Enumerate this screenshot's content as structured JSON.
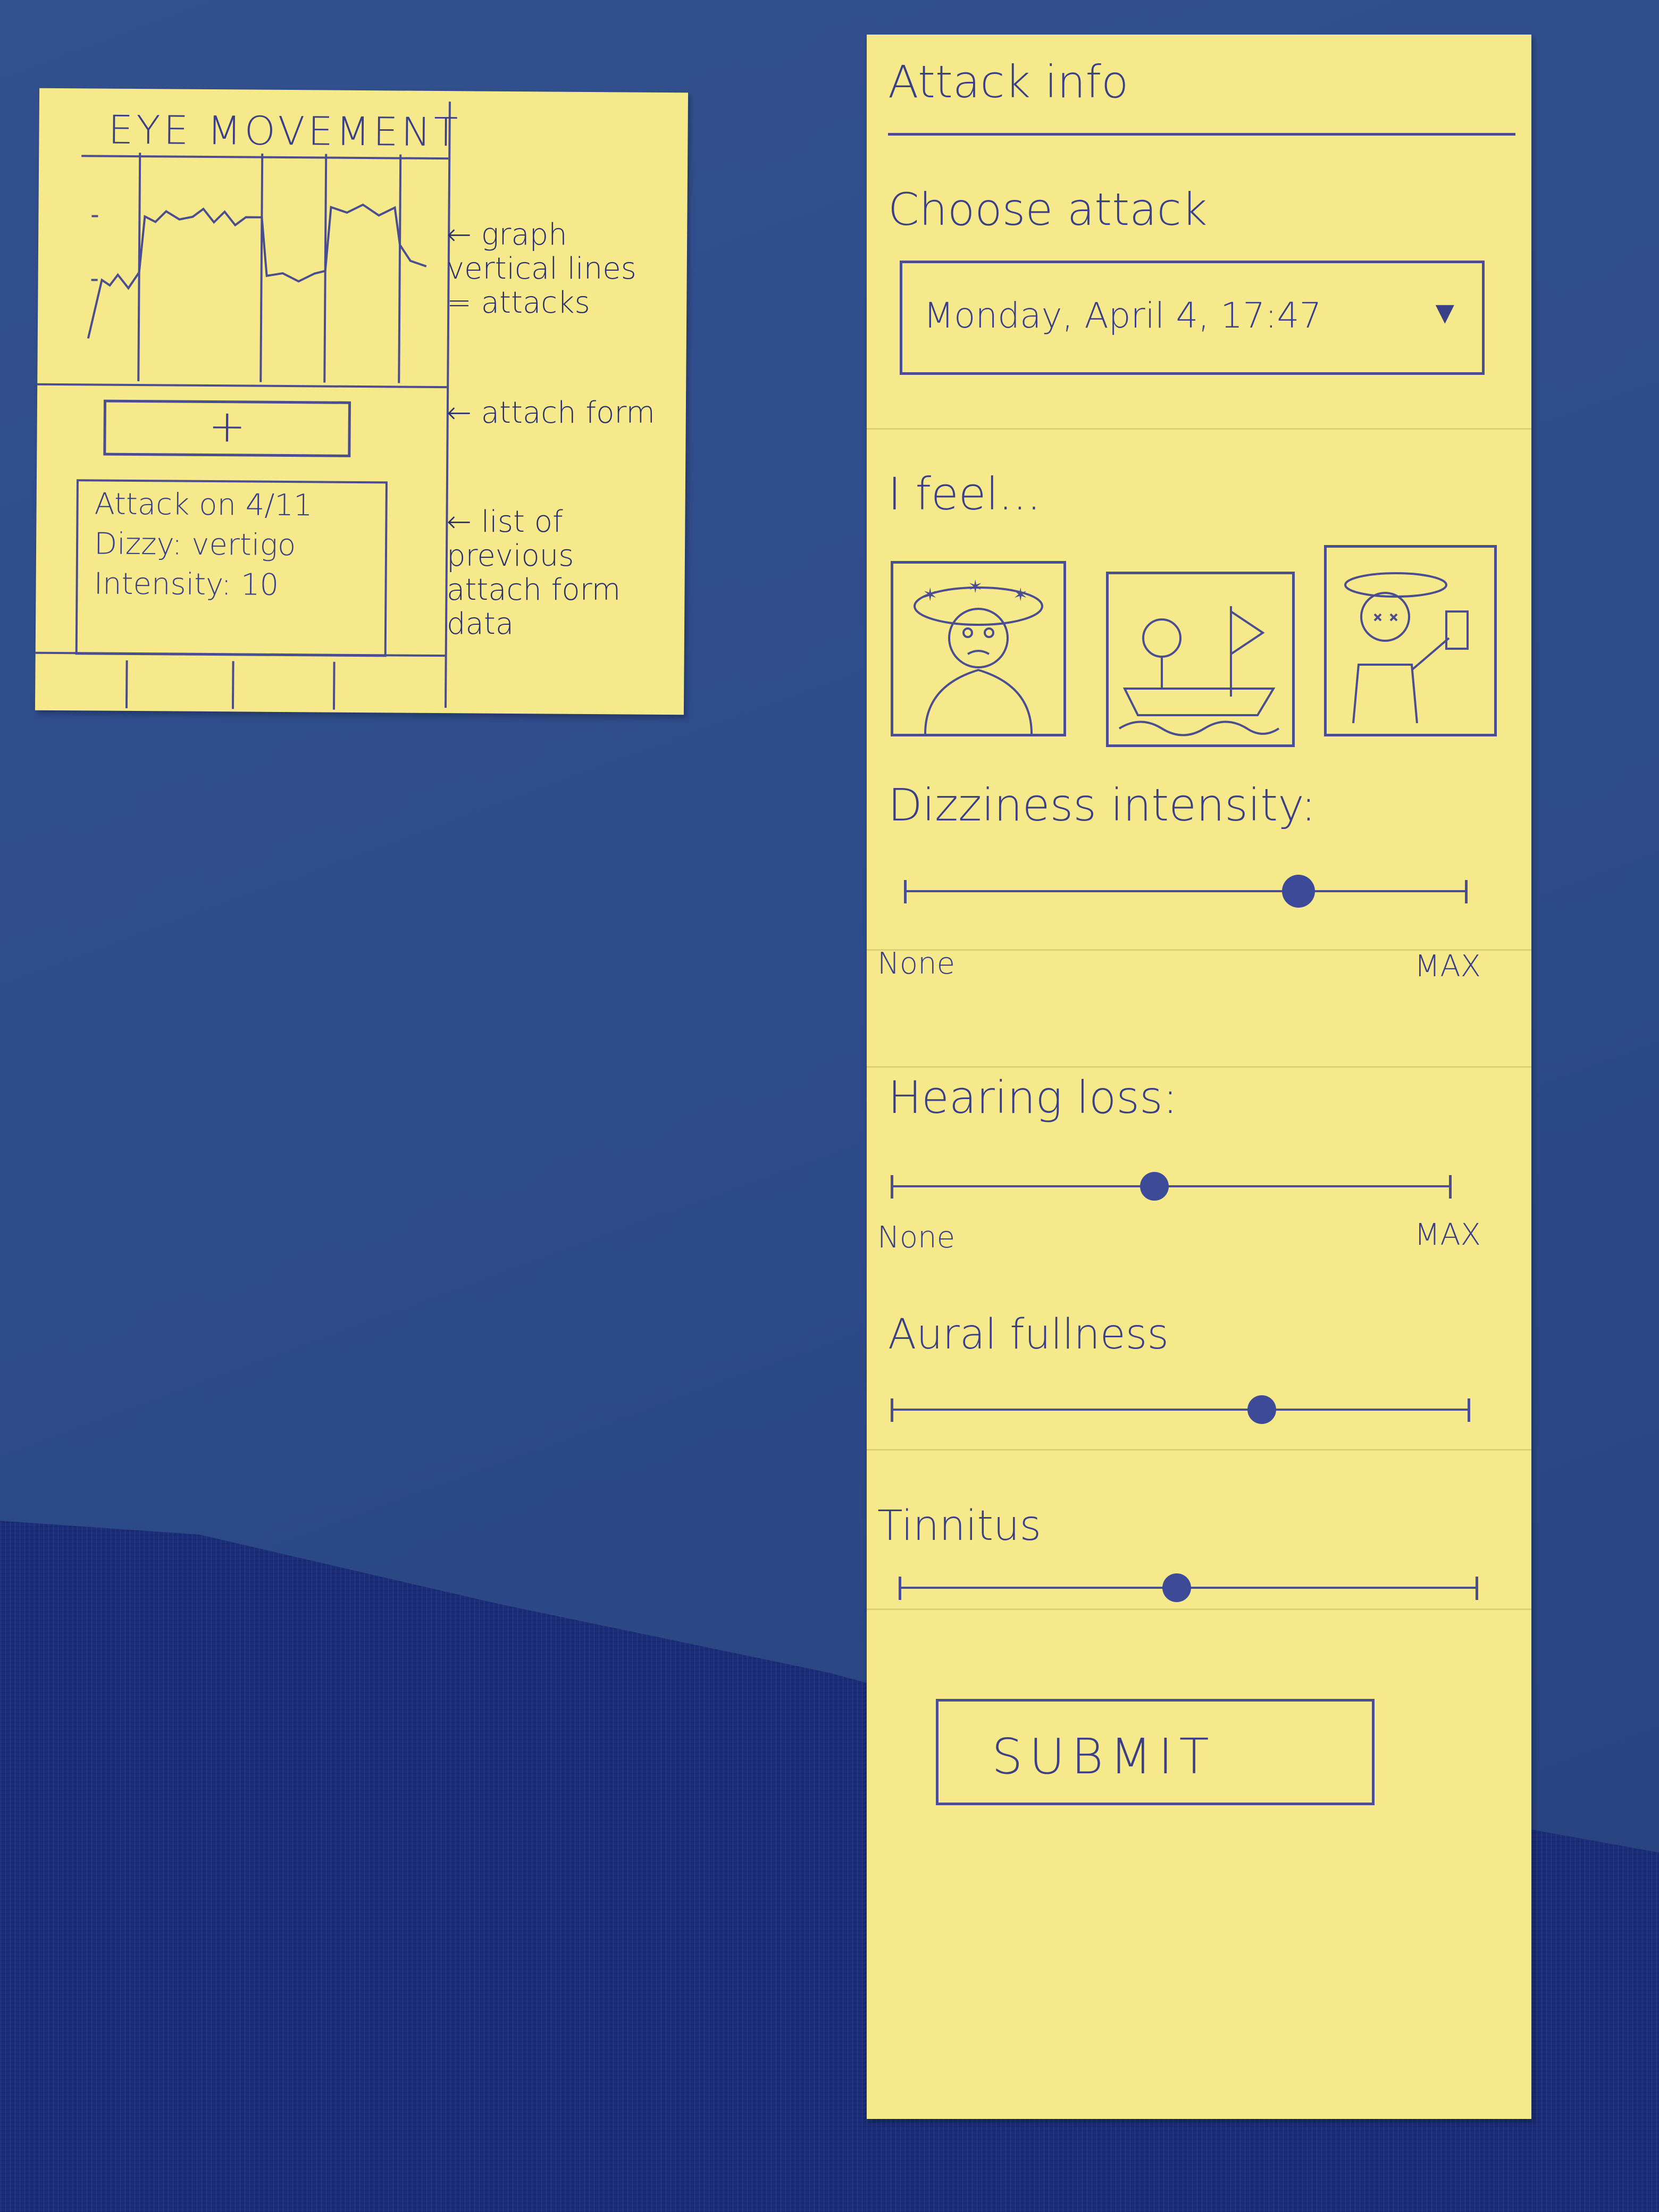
{
  "left_note": {
    "title": "EYE MOVEMENT",
    "add_button": "+",
    "list_item": {
      "line1": "Attack on 4/11",
      "line2": "Dizzy: vertigo",
      "line3": "Intensity: 10"
    },
    "annotations": {
      "graph": "graph vertical lines = attacks",
      "form": "attach form",
      "list": "list of previous attach form data"
    }
  },
  "right_note": {
    "header": "Attack info",
    "choose_label": "Choose attack",
    "attack_select": {
      "value": "Monday, April 4, 17:47",
      "arrow": "▼"
    },
    "feel_label": "I feel...",
    "feel_options": [
      "dizzy-face-option",
      "boat-seasick-option",
      "drunk-option"
    ],
    "dizziness": {
      "label": "Dizziness intensity:",
      "min_label": "None",
      "max_label": "MAX",
      "value": 0.7
    },
    "hearing": {
      "label": "Hearing loss:",
      "min_label": "None",
      "max_label": "MAX",
      "value": 0.47
    },
    "aural": {
      "label": "Aural fullness",
      "value": 0.64
    },
    "tinnitus": {
      "label": "Tinnitus",
      "value": 0.48
    },
    "submit_label": "SUBMIT"
  },
  "colors": {
    "paper": "#f6e98c",
    "pencil": "#3f4390",
    "table": "#2d4a88"
  }
}
